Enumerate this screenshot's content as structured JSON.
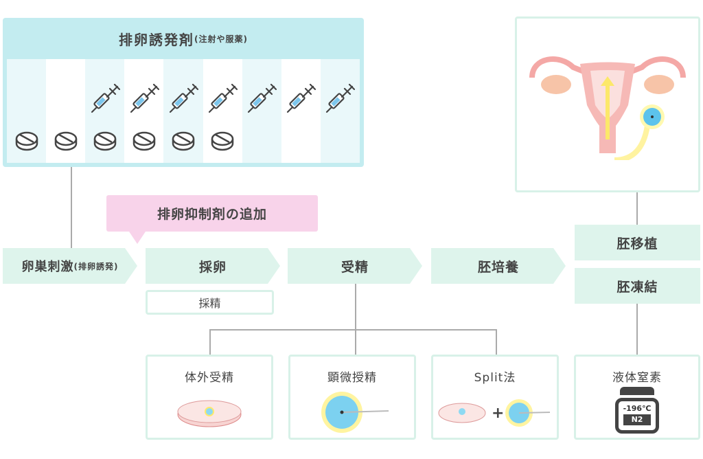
{
  "drug_box": {
    "title": "排卵誘発剤",
    "subtitle": "(注射や服薬)",
    "columns": [
      {
        "syringe": false,
        "pill": true
      },
      {
        "syringe": false,
        "pill": true
      },
      {
        "syringe": true,
        "pill": true
      },
      {
        "syringe": true,
        "pill": true
      },
      {
        "syringe": true,
        "pill": true
      },
      {
        "syringe": true,
        "pill": true
      },
      {
        "syringe": true,
        "pill": false
      },
      {
        "syringe": true,
        "pill": false
      },
      {
        "syringe": true,
        "pill": false
      }
    ]
  },
  "callout": "排卵抑制剤の追加",
  "steps": {
    "stimulation": "卵巣刺激",
    "stimulation_sub": "(排卵誘発)",
    "retrieval": "採卵",
    "fertilization": "受精",
    "culture": "胚培養",
    "transfer": "胚移植",
    "freeze": "胚凍結",
    "sperm": "採精"
  },
  "methods": {
    "ivf": "体外受精",
    "icsi": "顕微授精",
    "split": "Split法",
    "nitrogen": "液体窒素",
    "temp": "-196℃",
    "n2": "N2"
  },
  "colors": {
    "step": "#def4ec",
    "drug": "#c3ecf0",
    "callout": "#f8d3ea"
  }
}
